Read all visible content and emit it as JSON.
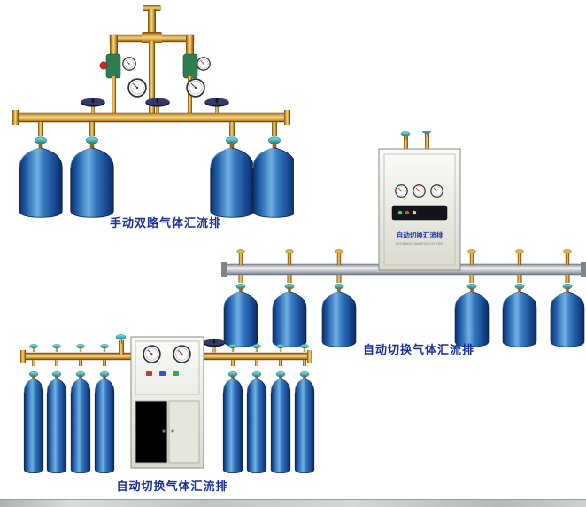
{
  "page": {
    "background": "#ffffff"
  },
  "products": [
    {
      "caption": "手动双路气体汇流排"
    },
    {
      "caption": "自动切换气体汇流排",
      "cabinet_label": "自动切换汇流排",
      "cabinet_sublabel": "AUTOMATIC MANIFOLD SYSTEM"
    },
    {
      "caption": "自动切换气体汇流排"
    }
  ],
  "colors": {
    "caption_text": "#1b2f9b",
    "cylinder_blue": "#1e5aa8",
    "brass": "#c89232",
    "valve_teal": "#2aa8b8",
    "cabinet_body": "#eeeee6",
    "manifold_silver": "#c6ccd2"
  }
}
